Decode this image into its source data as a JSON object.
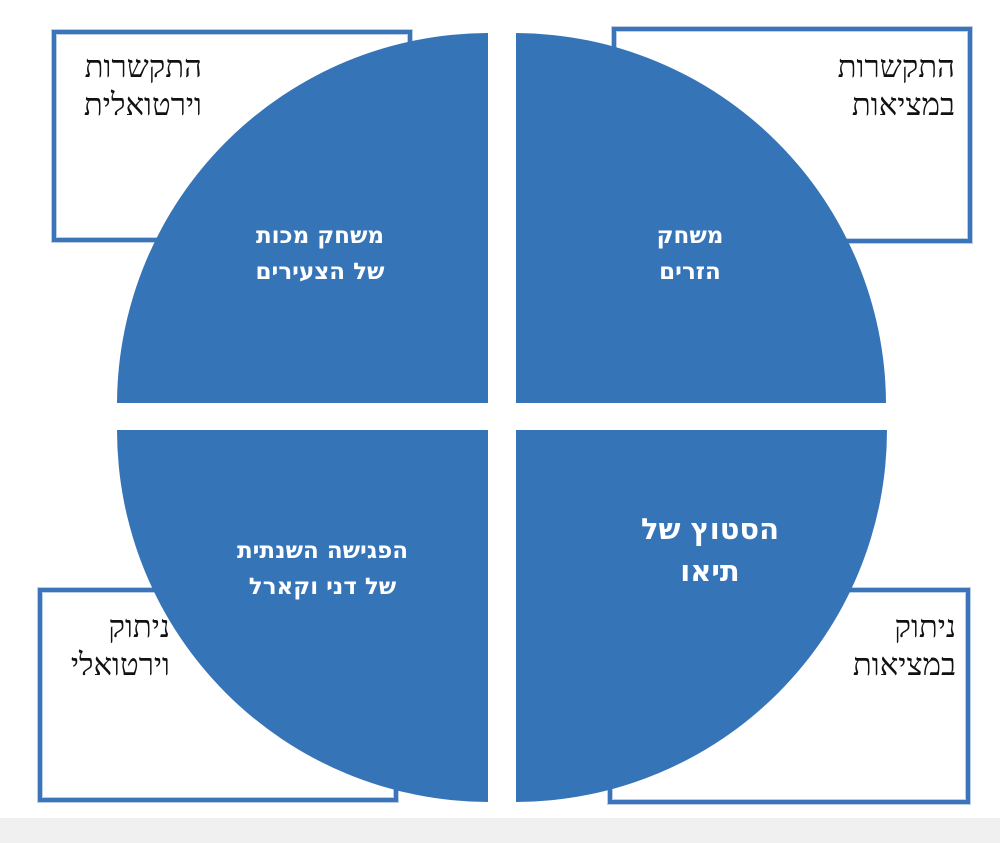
{
  "colors": {
    "quadrant_fill": "#3674b8",
    "frame_stroke": "#3b74b8",
    "label_text": "#ffffff",
    "frame_text": "#111111"
  },
  "frames": {
    "top_left": {
      "line1": "התקשרות",
      "line2": "וירטואלית"
    },
    "top_right": {
      "line1": "התקשרות",
      "line2": "במציאות"
    },
    "bottom_left": {
      "line1": "ניתוק",
      "line2": "וירטואלי"
    },
    "bottom_right": {
      "line1": "ניתוק",
      "line2": "במציאות"
    }
  },
  "quadrants": {
    "top_left": {
      "line1": "משחק מכות",
      "line2": "של הצעירים"
    },
    "top_right": {
      "line1": "משחק",
      "line2": "הזרים"
    },
    "bottom_left": {
      "line1": "הפגישה השנתית",
      "line2": "של דני וקארל"
    },
    "bottom_right": {
      "line1": "הסטוץ של",
      "line2": "תיאו"
    }
  }
}
